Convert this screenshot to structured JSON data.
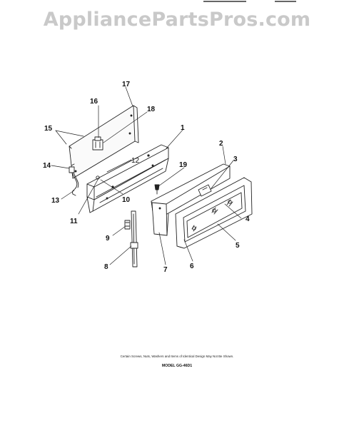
{
  "watermark": "AppliancePartsPros.com",
  "callouts": {
    "c1": "1",
    "c2": "2",
    "c3": "3",
    "c4": "4",
    "c5": "5",
    "c6": "6",
    "c7": "7",
    "c8": "8",
    "c9": "9",
    "c10": "10",
    "c11": "11",
    "c12": "12",
    "c13": "13",
    "c14": "14",
    "c15": "15",
    "c16": "16",
    "c17": "17",
    "c18": "18",
    "c19": "19"
  },
  "footer": {
    "note": "Certain Screws, Nuts, Washers and Items of Identical Design May Not Be Shown.",
    "model": "MODEL GG-46D1"
  }
}
